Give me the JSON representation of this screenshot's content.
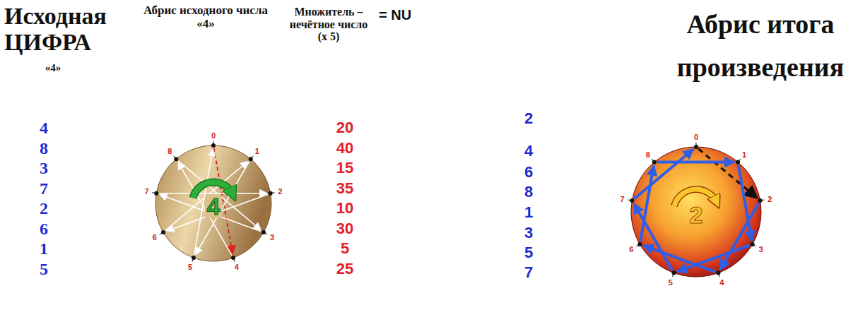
{
  "diagram": {
    "nodes": [
      {
        "text": [
          "4"
        ]
      },
      {
        "text": [
          "2"
        ]
      }
    ],
    "labels": [
      "Исходная ЦИФРА",
      "«4»",
      "Абрис исходного числа «4»",
      "Множитель – нечётное число (х 5)",
      "= NU",
      "Абрис итога произведения",
      "4",
      "8",
      "3",
      "7",
      "2",
      "6",
      "1",
      "5",
      "20",
      "40",
      "15",
      "35",
      "10",
      "30",
      "5",
      "25",
      "2",
      "4",
      "6",
      "8",
      "1",
      "3",
      "5",
      "7",
      "0",
      "1",
      "2",
      "3",
      "4",
      "5",
      "6",
      "7",
      "8",
      "0",
      "1",
      "2",
      "3",
      "4",
      "5",
      "6",
      "7",
      "8"
    ]
  }
}
